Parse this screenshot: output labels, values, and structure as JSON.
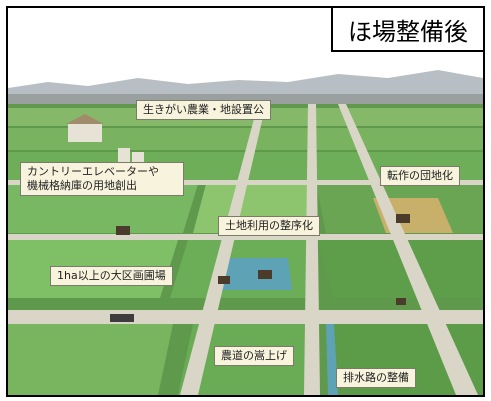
{
  "title": "ほ場整備後",
  "labels": {
    "living": "生きがい農業・地設置公",
    "elevator_line1": "カントリーエレベーターや",
    "elevator_line2": "機械格納庫の用地創出",
    "rotation": "転作の団地化",
    "landuse": "土地利用の整序化",
    "large_parcel": "1ha以上の大区画圃場",
    "road": "農道の嵩上げ",
    "drainage": "排水路の整備"
  },
  "colors": {
    "field_green": "#6fae58",
    "field_dark": "#3f7a3a",
    "road": "#d9d6c8",
    "sky": "#ffffff",
    "mountain": "#b8bfc4",
    "wheat": "#c9b06a",
    "water": "#5ea3b5"
  }
}
